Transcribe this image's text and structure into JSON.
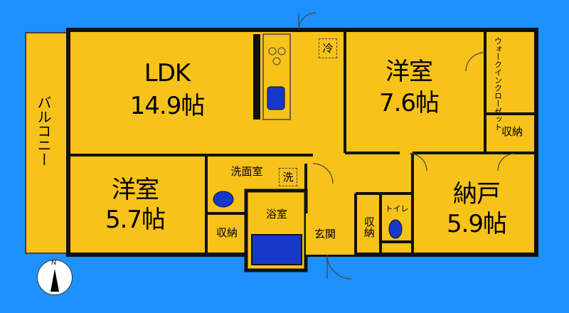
{
  "rooms": {
    "ldk": {
      "name": "LDK",
      "size": "14.9帖"
    },
    "western_room_1": {
      "name": "洋室",
      "size": "7.6帖"
    },
    "western_room_2": {
      "name": "洋室",
      "size": "5.7帖"
    },
    "storage_room": {
      "name": "納戸",
      "size": "5.9帖"
    },
    "balcony": "バルコニー",
    "walk_in_closet": "ウォークインクローゼット",
    "storage_1": "収納",
    "storage_2": "収納",
    "storage_3": "収納",
    "washroom": "洗面室",
    "washer": "洗",
    "bathroom": "浴室",
    "entrance": "玄関",
    "toilet": "トイレ",
    "fridge": "冷"
  },
  "compass": {
    "north": "N"
  },
  "colors": {
    "background": "#1e90ff",
    "floor": "#f7c21a",
    "wall": "#111111",
    "fixture": "#1538c8"
  }
}
